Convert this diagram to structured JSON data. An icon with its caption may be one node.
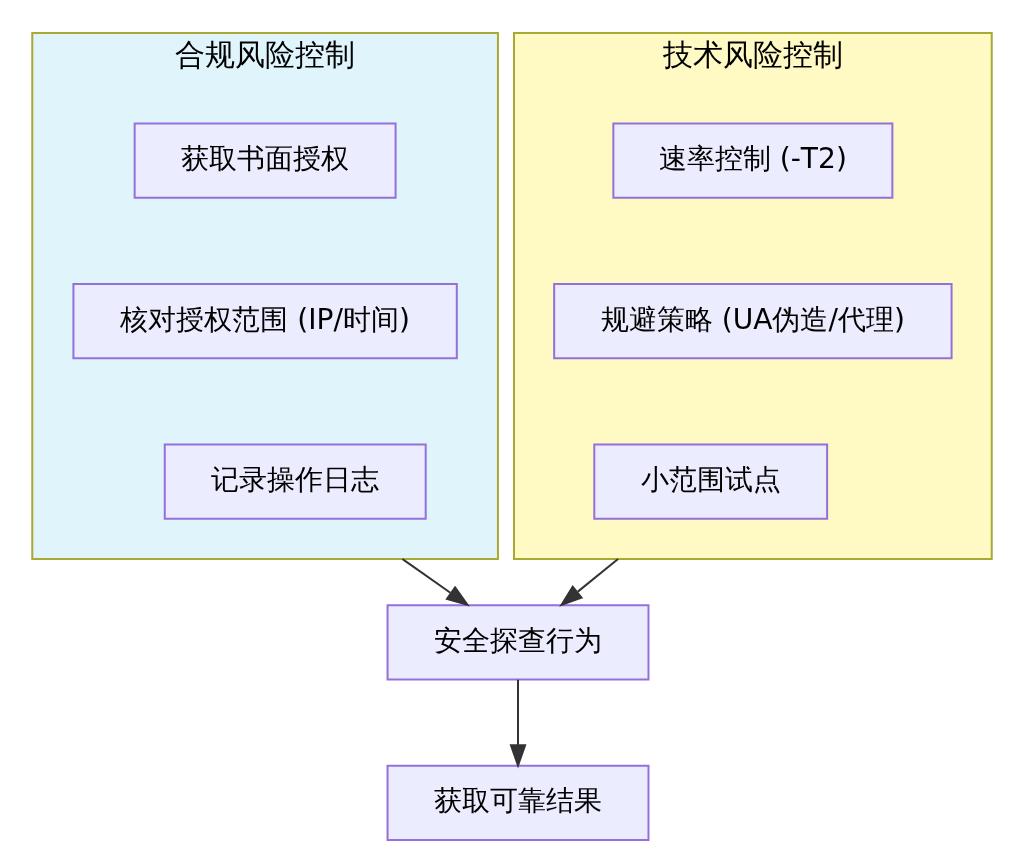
{
  "diagram": {
    "nodes": [
      {
        "text": [
          "合规风险控制"
        ]
      },
      {
        "text": [
          "获取书面授权"
        ],
        "in": 0
      },
      {
        "text": [
          "核对授权范围 (IP/时间)"
        ],
        "in": 0
      },
      {
        "text": [
          "记录操作日志"
        ],
        "in": 0
      },
      {
        "text": [
          "技术风险控制"
        ]
      },
      {
        "text": [
          "速率控制 (-T2)"
        ],
        "in": 4
      },
      {
        "text": [
          "规避策略 (UA伪造/代理)"
        ],
        "in": 4
      },
      {
        "text": [
          "小范围试点"
        ],
        "in": 4
      },
      {
        "text": [
          "安全探查行为"
        ]
      },
      {
        "text": [
          "获取可靠结果"
        ]
      }
    ],
    "edges": [
      {
        "from": 0,
        "to": 8,
        "arrow": "to"
      },
      {
        "from": 4,
        "to": 8,
        "arrow": "to"
      },
      {
        "from": 8,
        "to": 9,
        "arrow": "to"
      }
    ]
  }
}
